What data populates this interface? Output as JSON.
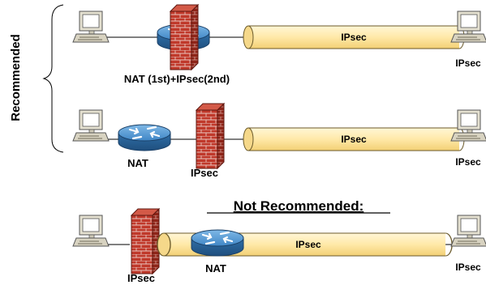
{
  "side_label": "Recommended",
  "heading": "Not Recommended:",
  "rows": [
    {
      "tunnel_label": "IPsec",
      "device_label": "NAT (1st)+IPsec(2nd)",
      "right_host_label": "IPsec"
    },
    {
      "tunnel_label": "IPsec",
      "router_label": "NAT",
      "firewall_label": "IPsec",
      "right_host_label": "IPsec"
    },
    {
      "tunnel_label": "IPsec",
      "firewall_label": "IPsec",
      "router_label": "NAT",
      "right_host_label": "IPsec"
    }
  ],
  "colors": {
    "tunnel_fill": "#ffe9a8",
    "tunnel_stroke": "#6b5a2a",
    "router_blue": "#3f86c6",
    "brick_red": "#c0392b",
    "computer_beige": "#e4e0d0"
  },
  "icons": [
    "computer-icon",
    "router-icon",
    "firewall-icon",
    "brace-icon"
  ]
}
